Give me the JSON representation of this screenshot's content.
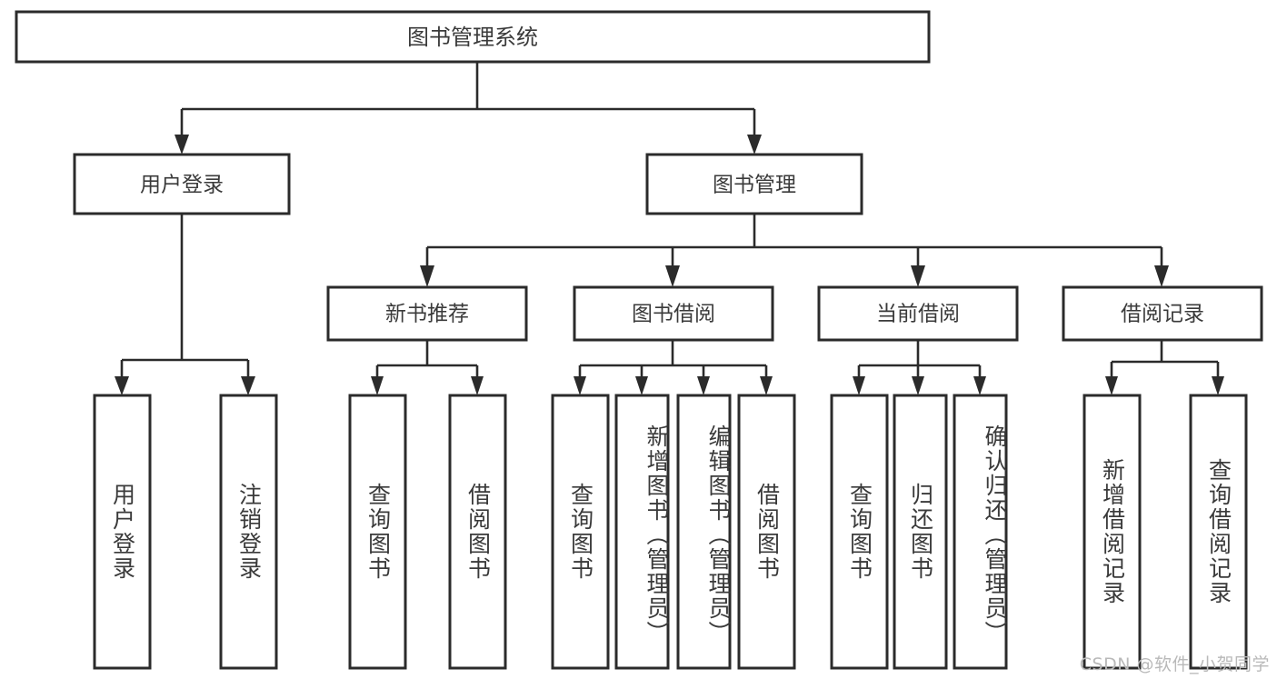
{
  "diagram": {
    "type": "tree",
    "title": "图书管理系统",
    "root": {
      "id": "root",
      "label": "图书管理系统"
    },
    "level1": [
      {
        "id": "user-login",
        "label": "用户登录"
      },
      {
        "id": "book-manage",
        "label": "图书管理"
      }
    ],
    "level2": [
      {
        "id": "new-book-recommend",
        "label": "新书推荐",
        "parent": "book-manage"
      },
      {
        "id": "book-borrow",
        "label": "图书借阅",
        "parent": "book-manage"
      },
      {
        "id": "current-borrow",
        "label": "当前借阅",
        "parent": "book-manage"
      },
      {
        "id": "borrow-record",
        "label": "借阅记录",
        "parent": "book-manage"
      }
    ],
    "leaves": {
      "user_login": [
        {
          "id": "leaf-user-login",
          "label": "用户登录"
        },
        {
          "id": "leaf-logout-login",
          "label": "注销登录"
        }
      ],
      "new_book_recommend": [
        {
          "id": "leaf-query-book-1",
          "label": "查询图书"
        },
        {
          "id": "leaf-borrow-book-1",
          "label": "借阅图书"
        }
      ],
      "book_borrow": [
        {
          "id": "leaf-query-book-2",
          "label": "查询图书"
        },
        {
          "id": "leaf-add-book",
          "label": "新增图书（管理员）"
        },
        {
          "id": "leaf-edit-book",
          "label": "编辑图书（管理员）"
        },
        {
          "id": "leaf-borrow-book-2",
          "label": "借阅图书"
        }
      ],
      "current_borrow": [
        {
          "id": "leaf-query-book-3",
          "label": "查询图书"
        },
        {
          "id": "leaf-return-book",
          "label": "归还图书"
        },
        {
          "id": "leaf-confirm-return",
          "label": "确认归还（管理员）"
        }
      ],
      "borrow_record": [
        {
          "id": "leaf-add-record",
          "label": "新增借阅记录"
        },
        {
          "id": "leaf-query-record",
          "label": "查询借阅记录"
        }
      ]
    },
    "colors": {
      "background": "#ffffff",
      "box_stroke": "#2b2b2b",
      "box_fill": "#ffffff",
      "text": "#3a3a3a",
      "connector": "#2b2b2b",
      "watermark": "#b9b9b9"
    }
  },
  "watermark": {
    "text": "CSDN @软件_小贺同学"
  }
}
